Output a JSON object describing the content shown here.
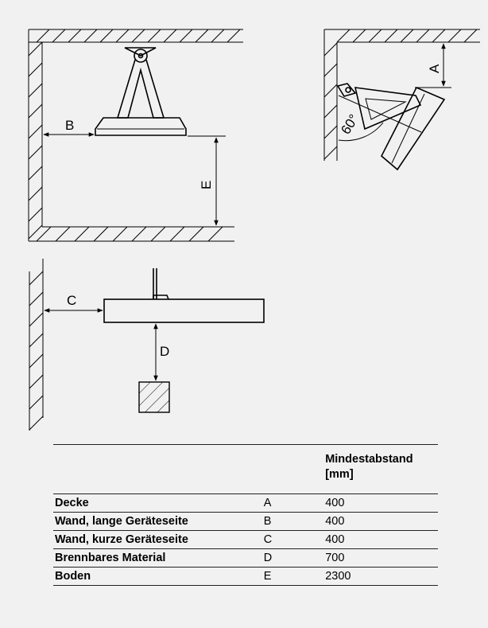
{
  "diagram": {
    "label_a": "A",
    "label_b": "B",
    "label_c": "C",
    "label_d": "D",
    "label_e": "E",
    "angle_label": "60°"
  },
  "table": {
    "header_line1": "Mindestabstand",
    "header_line2": "[mm]",
    "rows": [
      {
        "label": "Decke",
        "letter": "A",
        "value": "400"
      },
      {
        "label": "Wand, lange Geräteseite",
        "letter": "B",
        "value": "400"
      },
      {
        "label": "Wand, kurze Geräteseite",
        "letter": "C",
        "value": "400"
      },
      {
        "label": "Brennbares Material",
        "letter": "D",
        "value": "700"
      },
      {
        "label": "Boden",
        "letter": "E",
        "value": "2300"
      }
    ]
  }
}
